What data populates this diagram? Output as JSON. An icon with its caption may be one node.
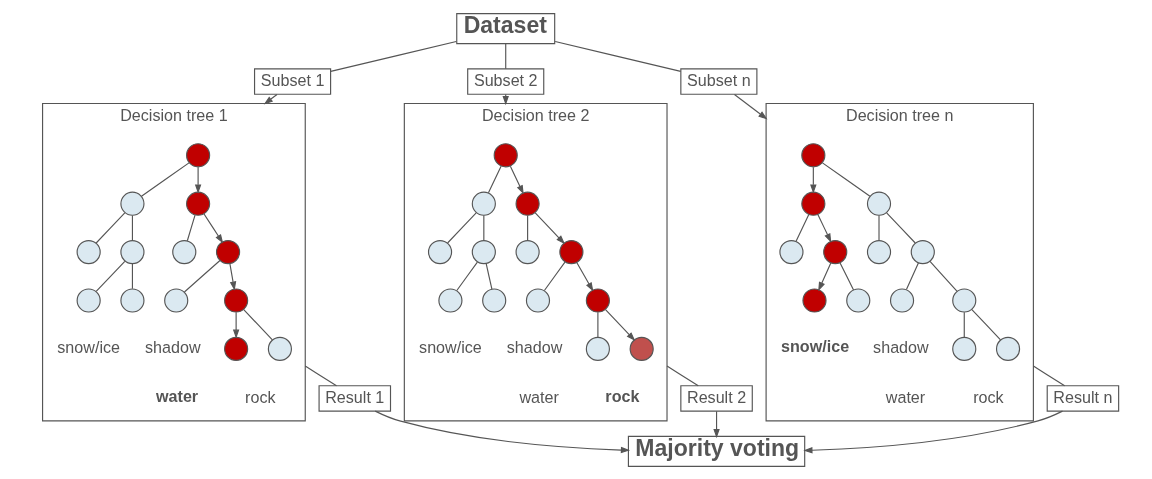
{
  "diagram": {
    "nodes": [
      {
        "text": [
          "Dataset"
        ]
      },
      {
        "text": [
          "Subset 1"
        ]
      },
      {
        "text": [
          "Subset 2"
        ]
      },
      {
        "text": [
          "Subset n"
        ]
      },
      {
        "text": [
          "Decision tree 1"
        ]
      },
      {
        "text": [],
        "shape": "circle",
        "in": 4
      },
      {
        "text": [],
        "shape": "circle",
        "in": 4
      },
      {
        "text": [],
        "shape": "circle",
        "in": 4
      },
      {
        "text": [],
        "shape": "circle",
        "in": 4
      },
      {
        "text": [],
        "shape": "circle",
        "in": 4
      },
      {
        "text": [],
        "shape": "circle",
        "in": 4
      },
      {
        "text": [],
        "shape": "circle",
        "in": 4
      },
      {
        "text": [],
        "shape": "circle",
        "in": 4,
        "beside": [
          "snow/ice"
        ]
      },
      {
        "text": [],
        "shape": "circle",
        "in": 4
      },
      {
        "text": [],
        "shape": "circle",
        "in": 4,
        "beside": [
          "shadow"
        ]
      },
      {
        "text": [],
        "shape": "circle",
        "in": 4
      },
      {
        "text": [],
        "shape": "circle",
        "in": 4,
        "beside": [
          "water"
        ]
      },
      {
        "text": [],
        "shape": "circle",
        "in": 4,
        "beside": [
          "rock"
        ]
      },
      {
        "text": [
          "Decision tree 2"
        ]
      },
      {
        "text": [],
        "shape": "circle",
        "in": 18
      },
      {
        "text": [],
        "shape": "circle",
        "in": 18
      },
      {
        "text": [],
        "shape": "circle",
        "in": 18
      },
      {
        "text": [],
        "shape": "circle",
        "in": 18
      },
      {
        "text": [],
        "shape": "circle",
        "in": 18
      },
      {
        "text": [],
        "shape": "circle",
        "in": 18
      },
      {
        "text": [],
        "shape": "circle",
        "in": 18
      },
      {
        "text": [],
        "shape": "circle",
        "in": 18,
        "beside": [
          "snow/ice"
        ]
      },
      {
        "text": [],
        "shape": "circle",
        "in": 18
      },
      {
        "text": [],
        "shape": "circle",
        "in": 18,
        "beside": [
          "shadow"
        ]
      },
      {
        "text": [],
        "shape": "circle",
        "in": 18
      },
      {
        "text": [],
        "shape": "circle",
        "in": 18,
        "beside": [
          "water"
        ]
      },
      {
        "text": [],
        "shape": "circle",
        "in": 18,
        "beside": [
          "rock"
        ]
      },
      {
        "text": [
          "Decision tree n"
        ]
      },
      {
        "text": [],
        "shape": "circle",
        "in": 32
      },
      {
        "text": [],
        "shape": "circle",
        "in": 32
      },
      {
        "text": [],
        "shape": "circle",
        "in": 32
      },
      {
        "text": [],
        "shape": "circle",
        "in": 32
      },
      {
        "text": [],
        "shape": "circle",
        "in": 32
      },
      {
        "text": [],
        "shape": "circle",
        "in": 32
      },
      {
        "text": [],
        "shape": "circle",
        "in": 32
      },
      {
        "text": [],
        "shape": "circle",
        "in": 32,
        "beside": [
          "snow/ice"
        ]
      },
      {
        "text": [],
        "shape": "circle",
        "in": 32
      },
      {
        "text": [],
        "shape": "circle",
        "in": 32,
        "beside": [
          "shadow"
        ]
      },
      {
        "text": [],
        "shape": "circle",
        "in": 32
      },
      {
        "text": [],
        "shape": "circle",
        "in": 32,
        "beside": [
          "water"
        ]
      },
      {
        "text": [],
        "shape": "circle",
        "in": 32,
        "beside": [
          "rock"
        ]
      },
      {
        "text": [
          "Result 1"
        ]
      },
      {
        "text": [
          "Result 2"
        ]
      },
      {
        "text": [
          "Result n"
        ]
      },
      {
        "text": [
          "Majority voting"
        ]
      }
    ],
    "edges": [
      {
        "from": 0,
        "to": 1,
        "arrow": "none"
      },
      {
        "from": 1,
        "to": 4,
        "arrow": "to"
      },
      {
        "from": 0,
        "to": 2,
        "arrow": "none"
      },
      {
        "from": 2,
        "to": 18,
        "arrow": "to"
      },
      {
        "from": 0,
        "to": 3,
        "arrow": "none"
      },
      {
        "from": 3,
        "to": 32,
        "arrow": "to"
      },
      {
        "from": 5,
        "to": 6,
        "arrow": "none"
      },
      {
        "from": 5,
        "to": 7,
        "arrow": "to"
      },
      {
        "from": 6,
        "to": 8,
        "arrow": "none"
      },
      {
        "from": 6,
        "to": 9,
        "arrow": "none"
      },
      {
        "from": 7,
        "to": 10,
        "arrow": "none"
      },
      {
        "from": 7,
        "to": 11,
        "arrow": "to"
      },
      {
        "from": 9,
        "to": 12,
        "arrow": "none"
      },
      {
        "from": 9,
        "to": 13,
        "arrow": "none"
      },
      {
        "from": 11,
        "to": 14,
        "arrow": "none"
      },
      {
        "from": 11,
        "to": 15,
        "arrow": "to"
      },
      {
        "from": 15,
        "to": 16,
        "arrow": "to"
      },
      {
        "from": 15,
        "to": 17,
        "arrow": "none"
      },
      {
        "from": 19,
        "to": 20,
        "arrow": "none"
      },
      {
        "from": 19,
        "to": 21,
        "arrow": "to"
      },
      {
        "from": 20,
        "to": 22,
        "arrow": "none"
      },
      {
        "from": 20,
        "to": 23,
        "arrow": "none"
      },
      {
        "from": 21,
        "to": 24,
        "arrow": "none"
      },
      {
        "from": 21,
        "to": 25,
        "arrow": "to"
      },
      {
        "from": 23,
        "to": 26,
        "arrow": "none"
      },
      {
        "from": 23,
        "to": 27,
        "arrow": "none"
      },
      {
        "from": 25,
        "to": 28,
        "arrow": "none"
      },
      {
        "from": 25,
        "to": 29,
        "arrow": "to"
      },
      {
        "from": 29,
        "to": 30,
        "arrow": "none"
      },
      {
        "from": 29,
        "to": 31,
        "arrow": "to"
      },
      {
        "from": 33,
        "to": 34,
        "arrow": "to"
      },
      {
        "from": 33,
        "to": 35,
        "arrow": "none"
      },
      {
        "from": 34,
        "to": 36,
        "arrow": "none"
      },
      {
        "from": 34,
        "to": 37,
        "arrow": "to"
      },
      {
        "from": 35,
        "to": 38,
        "arrow": "none"
      },
      {
        "from": 35,
        "to": 39,
        "arrow": "none"
      },
      {
        "from": 37,
        "to": 40,
        "arrow": "to"
      },
      {
        "from": 37,
        "to": 41,
        "arrow": "none"
      },
      {
        "from": 39,
        "to": 42,
        "arrow": "none"
      },
      {
        "from": 39,
        "to": 43,
        "arrow": "none"
      },
      {
        "from": 43,
        "to": 44,
        "arrow": "none"
      },
      {
        "from": 43,
        "to": 45,
        "arrow": "none"
      },
      {
        "from": 4,
        "to": 46,
        "arrow": "none"
      },
      {
        "from": 18,
        "to": 47,
        "arrow": "none"
      },
      {
        "from": 32,
        "to": 48,
        "arrow": "none"
      },
      {
        "from": 46,
        "to": 49,
        "arrow": "to"
      },
      {
        "from": 47,
        "to": 49,
        "arrow": "to"
      },
      {
        "from": 48,
        "to": 49,
        "arrow": "to"
      }
    ]
  }
}
